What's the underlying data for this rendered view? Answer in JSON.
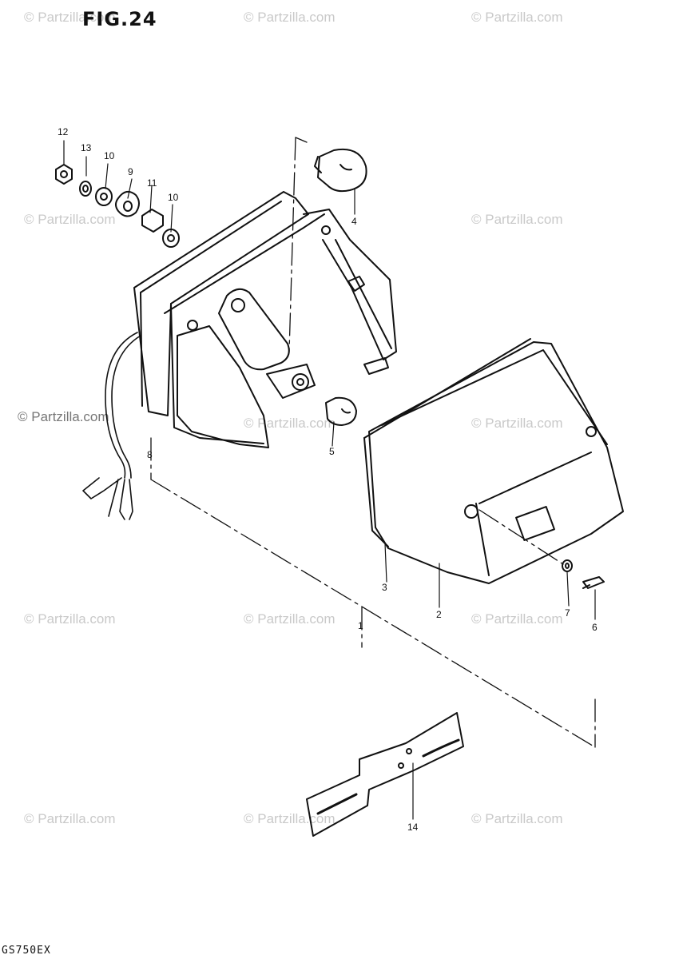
{
  "figure": {
    "title": "FIG.24",
    "model": "GS750EX"
  },
  "watermark": "© Partzilla.com",
  "callouts": {
    "p1": "1",
    "p2": "2",
    "p3": "3",
    "p4": "4",
    "p5": "5",
    "p6": "6",
    "p7": "7",
    "p8": "8",
    "p9": "9",
    "p10a": "10",
    "p10b": "10",
    "p11": "11",
    "p12": "12",
    "p13": "13",
    "p14": "14"
  },
  "colors": {
    "ink": "#111111",
    "watermark": "#c9c9c9",
    "paper": "#ffffff"
  }
}
